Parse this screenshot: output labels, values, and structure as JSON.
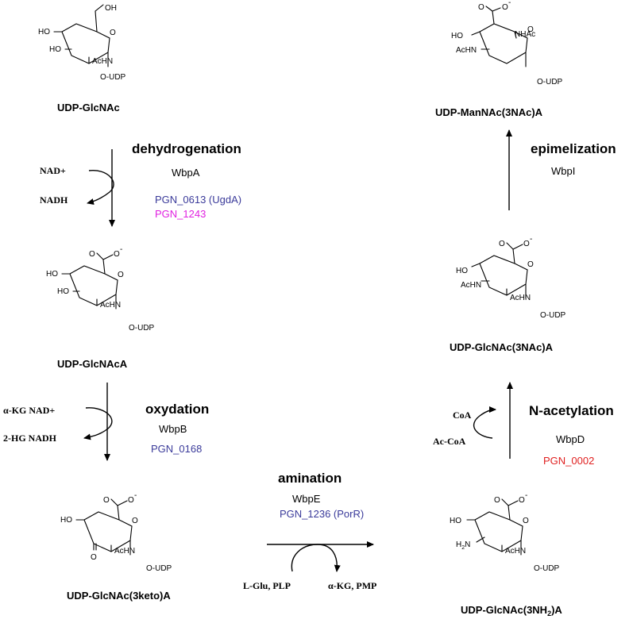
{
  "colors": {
    "gene_blue": "#3a3a9a",
    "gene_magenta": "#e020e0",
    "gene_red": "#e02020"
  },
  "compounds": {
    "c1": {
      "name": "UDP-GlcNAc"
    },
    "c2": {
      "name": "UDP-GlcNAcA"
    },
    "c3": {
      "name": "UDP-GlcNAc(3keto)A"
    },
    "c4": {
      "name_base": "UDP-GlcNAc(3NH",
      "name_sub": "2",
      "name_end": ")A"
    },
    "c5": {
      "name": "UDP-GlcNAc(3NAc)A"
    },
    "c6": {
      "name": "UDP-ManNAc(3NAc)A"
    }
  },
  "atoms": {
    "oh": "OH",
    "ho": "HO",
    "achn": "AcHN",
    "nhac": "NHAc",
    "o_udp": "O-UDP",
    "ring_o": "O",
    "carb_o": "O",
    "carb_minus": "-",
    "keto_o": "O",
    "h2n_base": "H",
    "h2n_sub": "2",
    "h2n_end": "N"
  },
  "steps": {
    "s1": {
      "reaction": "dehydrogenation",
      "enzyme": "WbpA",
      "genes": [
        "PGN_0613  (UgdA)",
        "PGN_1243"
      ],
      "cofactor_in": "NAD+",
      "cofactor_out": "NADH"
    },
    "s2": {
      "reaction": "oxydation",
      "enzyme": "WbpB",
      "genes": [
        "PGN_0168"
      ],
      "cofactor_in": "α-KG  NAD+",
      "cofactor_out": "2-HG  NADH"
    },
    "s3": {
      "reaction": "amination",
      "enzyme": "WbpE",
      "genes": [
        "PGN_1236  (PorR)"
      ],
      "cofactor_in": "L-Glu,  PLP",
      "cofactor_out": "α-KG,  PMP"
    },
    "s4": {
      "reaction": "N-acetylation",
      "enzyme": "WbpD",
      "genes": [
        "PGN_0002"
      ],
      "cofactor_in": "Ac-CoA",
      "cofactor_out": "CoA"
    },
    "s5": {
      "reaction": "epimelization",
      "enzyme": "WbpI",
      "genes": []
    }
  }
}
